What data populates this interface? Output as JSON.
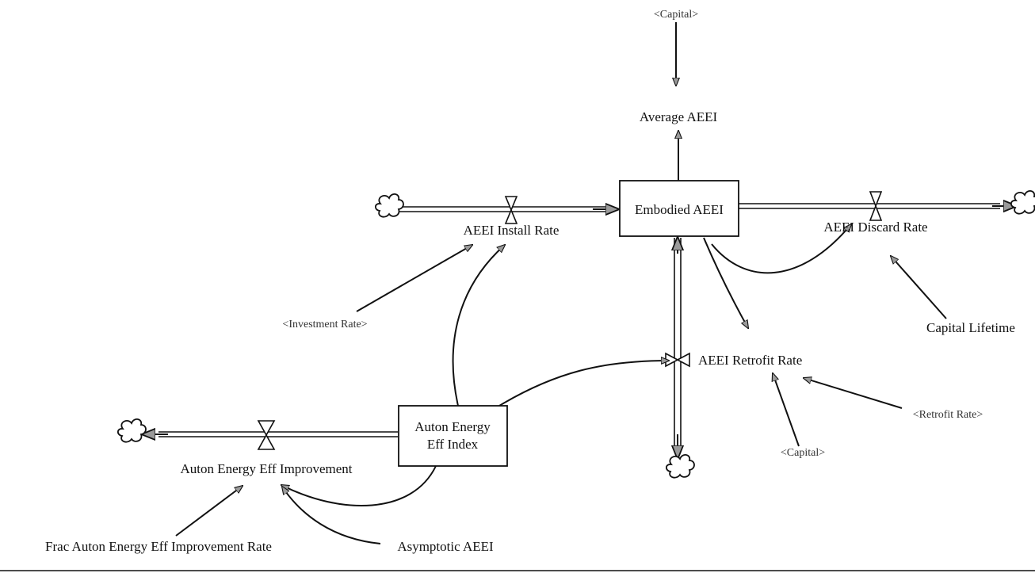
{
  "diagram": {
    "stocks": {
      "embodied_aeei": "Embodied AEEI",
      "auton_index_line1": "Auton Energy",
      "auton_index_line2": "Eff Index"
    },
    "flows": {
      "install_rate": "AEEI Install Rate",
      "discard_rate": "AEEI Discard Rate",
      "retrofit_rate": "AEEI Retrofit Rate",
      "auton_improvement": "Auton Energy Eff Improvement"
    },
    "variables": {
      "average_aeei": "Average AEEI",
      "capital_lifetime": "Capital Lifetime",
      "frac_improvement_rate": "Frac Auton Energy Eff Improvement Rate",
      "asymptotic_aeei": "Asymptotic AEEI"
    },
    "shadow_variables": {
      "capital_top": "<Capital>",
      "investment_rate": "<Investment Rate>",
      "retrofit_rate": "<Retrofit Rate>",
      "capital_bottom": "<Capital>"
    }
  }
}
